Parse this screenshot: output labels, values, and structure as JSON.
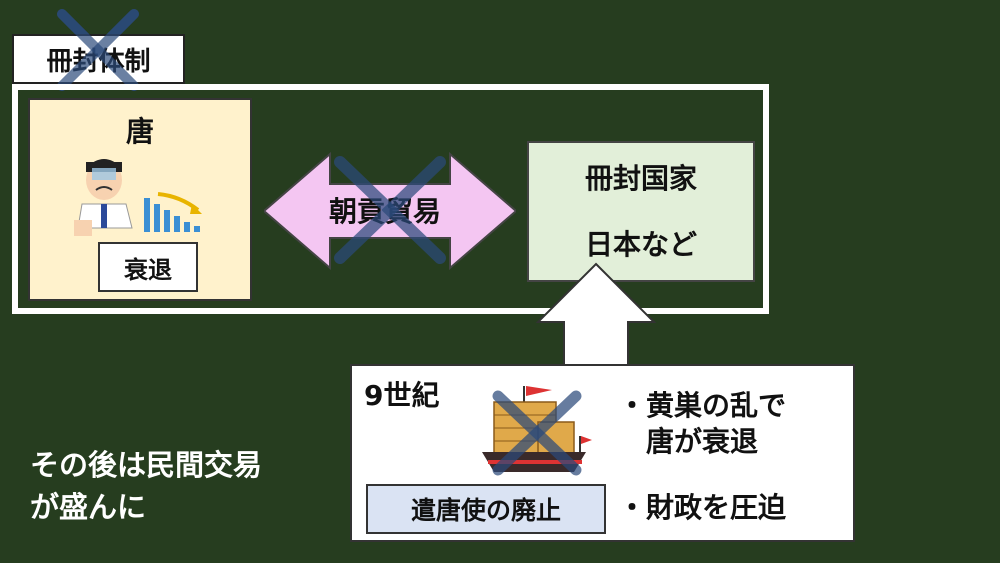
{
  "title": "冊封体制",
  "tang": {
    "title": "唐",
    "status_label": "衰退"
  },
  "trade": {
    "label": "朝貢貿易"
  },
  "nation": {
    "line1": "冊封国家",
    "line2": "日本など"
  },
  "ninth_century": {
    "century": "9世紀",
    "abolition_label": "遣唐使の廃止",
    "bullets": [
      {
        "mark": "・",
        "line1": "黄巣の乱で",
        "line2": "唐が衰退"
      },
      {
        "mark": "・",
        "line1": "財政を圧迫"
      }
    ]
  },
  "note": {
    "line1": "その後は民間交易",
    "line2": "が盛んに"
  },
  "colors": {
    "background": "#263d1f",
    "tang_fill": "#fff2cc",
    "nation_fill": "#e2efd9",
    "arrow_fill": "#f4c6f2",
    "cross_stroke": "#2b4a7a"
  }
}
